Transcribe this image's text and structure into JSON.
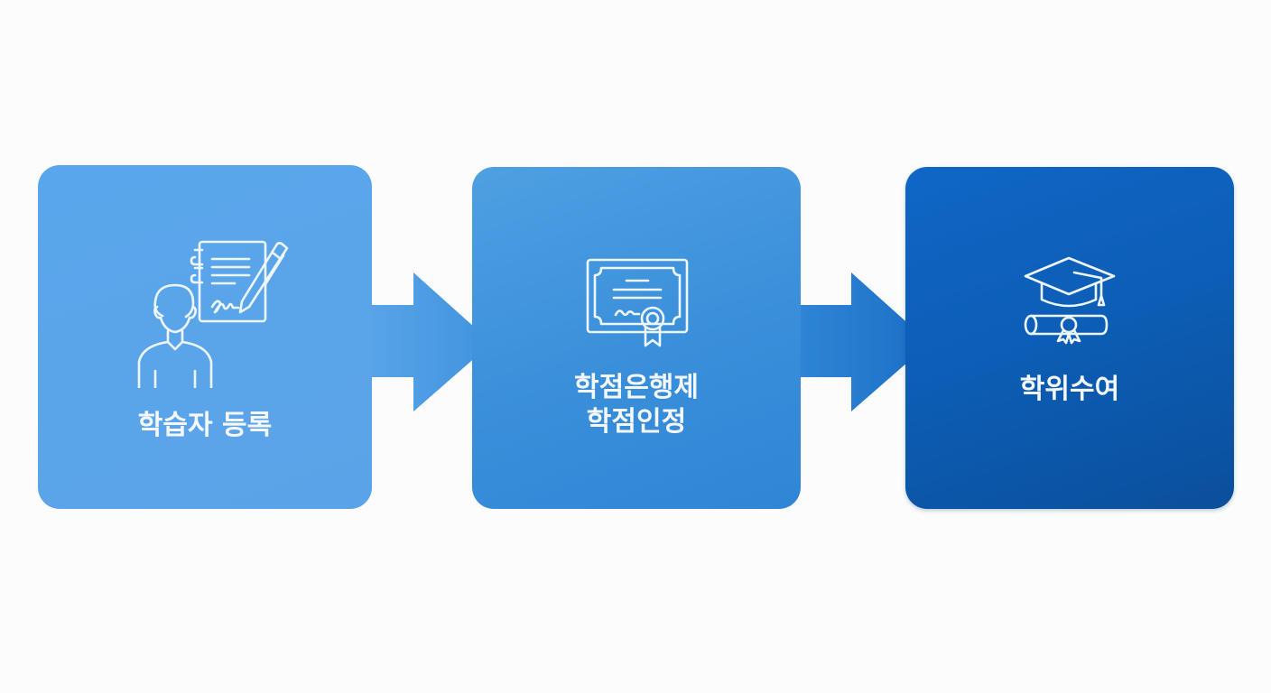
{
  "diagram": {
    "type": "process-flow",
    "direction": "left-to-right",
    "background_color": "#fbfcfb",
    "steps": [
      {
        "label": "학습자 등록",
        "icon": "student-signing-document-icon",
        "color": "#5aa4ea"
      },
      {
        "label_line1": "학점은행제",
        "label_line2": "학점인정",
        "icon": "certificate-icon",
        "color": "#3a8fda"
      },
      {
        "label": "학위수여",
        "icon": "graduation-cap-diploma-icon",
        "color": "#0d5cb2"
      }
    ],
    "connectors": [
      {
        "from": 0,
        "to": 1,
        "icon": "arrow-right-icon"
      },
      {
        "from": 1,
        "to": 2,
        "icon": "arrow-right-icon"
      }
    ]
  }
}
